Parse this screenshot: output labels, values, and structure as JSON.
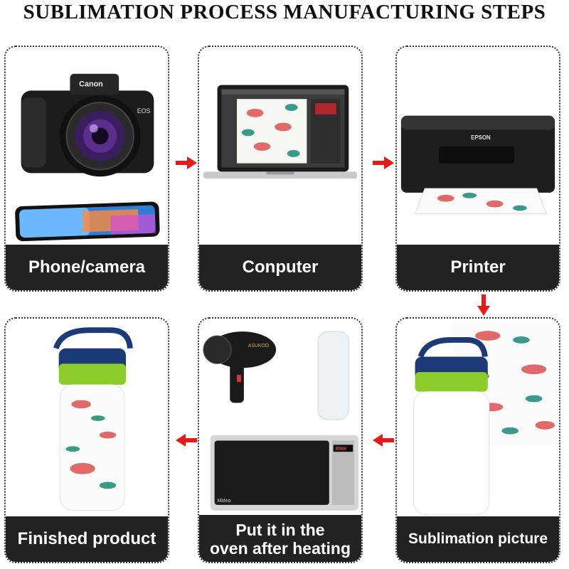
{
  "title": "SUBLIMATION PROCESS MANUFACTURING STEPS",
  "steps": [
    {
      "label": "Phone/camera"
    },
    {
      "label": "Conputer"
    },
    {
      "label": "Printer"
    },
    {
      "label": "Sublimation picture"
    },
    {
      "label_line1": "Put it in the",
      "label_line2": "oven after heating"
    },
    {
      "label": "Finished product"
    }
  ],
  "brands": {
    "camera": "Canon",
    "camera_model": "EOS",
    "printer": "EPSON",
    "oven_display": "8888",
    "microwave": "Midea",
    "dryer": "ASUKOO"
  },
  "colors": {
    "arrow": "#e31b1b",
    "label_bg": "#222222",
    "bottle_green": "#8ccc2a",
    "bottle_navy": "#1d3a78",
    "dino_red": "#e06a6a",
    "dino_teal": "#3a9a8a"
  }
}
